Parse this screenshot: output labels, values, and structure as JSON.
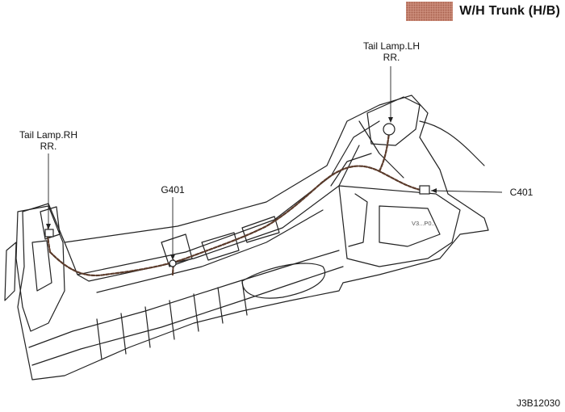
{
  "header": {
    "title": "W/H Trunk (H/B)",
    "swatch_color": "#c98a78"
  },
  "labels": {
    "tail_lamp_lh": {
      "line1": "Tail Lamp.LH",
      "line2": "RR."
    },
    "tail_lamp_rh": {
      "line1": "Tail Lamp.RH",
      "line2": "RR."
    },
    "g401": "G401",
    "c401": "C401",
    "part_tag": "V3...P0..."
  },
  "drawing_code": "J3B12030",
  "colors": {
    "harness": "#5a3a2a",
    "outline": "#222222"
  }
}
